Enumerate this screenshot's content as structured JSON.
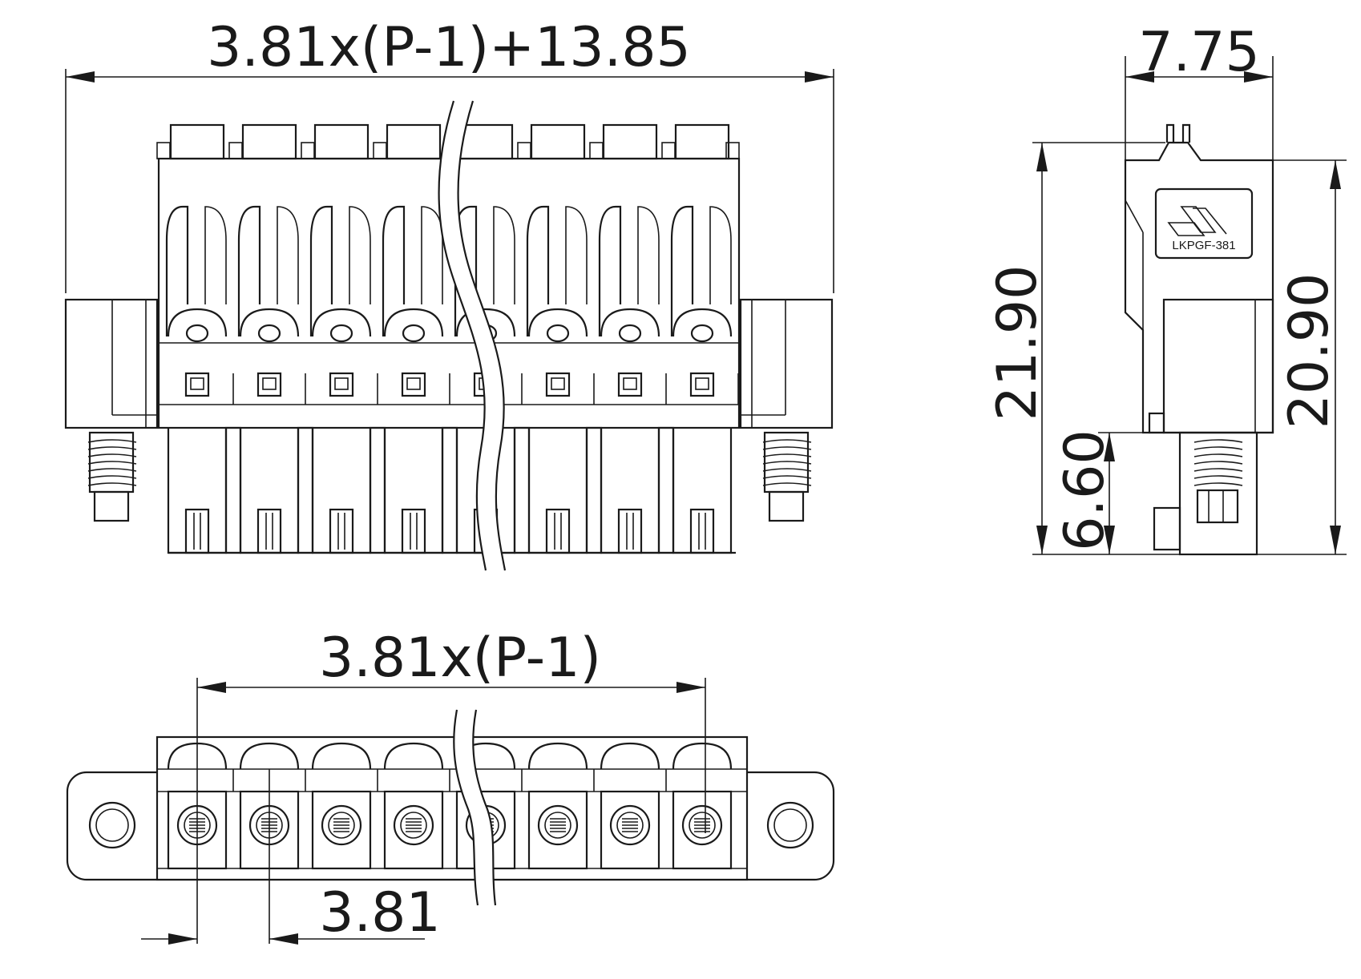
{
  "dimensions": {
    "overall_length": "3.81x(P-1)+13.85",
    "side_width": "7.75",
    "total_height": "21.90",
    "body_height": "20.90",
    "lower_height": "6.60",
    "pitch_span": "3.81x(P-1)",
    "pitch": "3.81"
  },
  "logo": {
    "model": "LKPGF-381"
  },
  "colors": {
    "line": "#1a1a1a",
    "background": "#ffffff"
  }
}
